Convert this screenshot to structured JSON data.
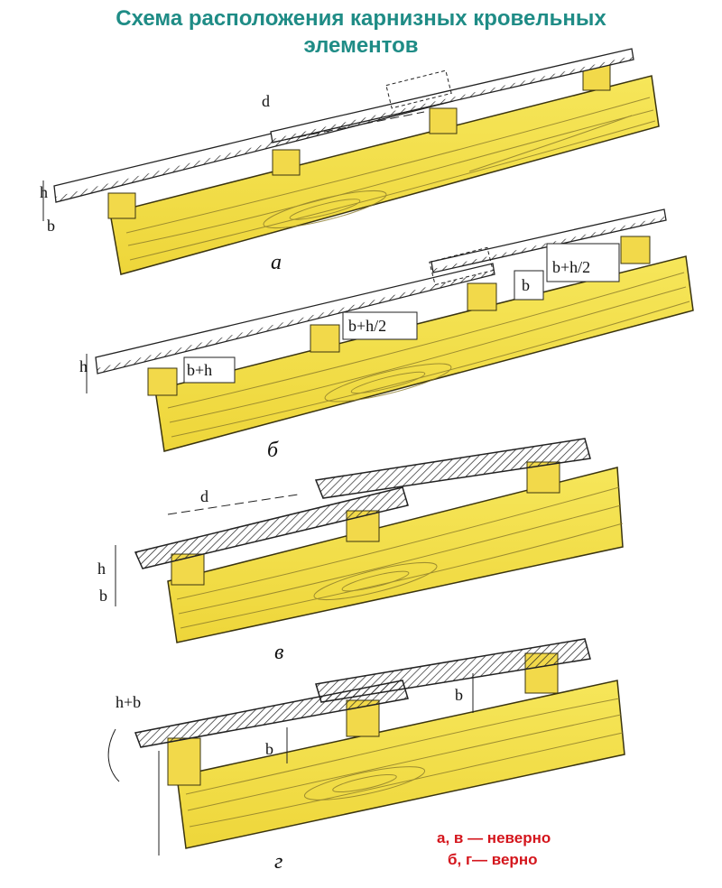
{
  "header": {
    "title_line1": "Схема расположения карнизных кровельных",
    "title_line2": "элементов"
  },
  "panels": [
    {
      "caption": "а",
      "labels": {
        "d": "d",
        "h": "h",
        "b": "b"
      }
    },
    {
      "caption": "б",
      "labels": {
        "h": "h",
        "bh": "b+h",
        "bh2_low": "b+h/2",
        "bh2_high": "b+h/2",
        "b": "b"
      }
    },
    {
      "caption": "в",
      "labels": {
        "d": "d",
        "h": "h",
        "b": "b"
      }
    },
    {
      "caption": "г",
      "labels": {
        "hb": "h+b",
        "b_low": "b",
        "b_high": "b"
      }
    }
  ],
  "legend": {
    "wrong": "а, в — неверно",
    "right": "б, г— верно"
  },
  "colors": {
    "title": "#1f8c86",
    "wood": "#f2e14a",
    "wood_grain": "#8a7a2a",
    "verdict": "#d4151c"
  }
}
